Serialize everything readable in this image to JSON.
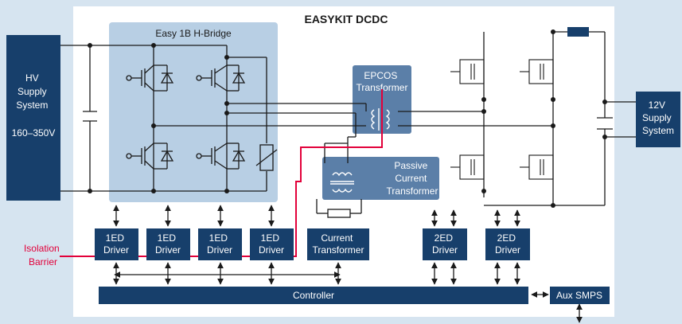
{
  "title": "EASYKIT DCDC",
  "hv": {
    "lines": [
      "HV",
      "Supply",
      "System",
      "",
      "160–350V"
    ]
  },
  "lv": {
    "lines": [
      "12V",
      "Supply",
      "System"
    ]
  },
  "hbridge": {
    "label": "Easy 1B H-Bridge"
  },
  "epcos": {
    "lines": [
      "EPCOS",
      "Transformer"
    ]
  },
  "passive": {
    "lines": [
      "Passive",
      "Current",
      "Transformer"
    ]
  },
  "drivers_1ed": [
    {
      "lines": [
        "1ED",
        "Driver"
      ]
    },
    {
      "lines": [
        "1ED",
        "Driver"
      ]
    },
    {
      "lines": [
        "1ED",
        "Driver"
      ]
    },
    {
      "lines": [
        "1ED",
        "Driver"
      ]
    }
  ],
  "current_transformer": {
    "lines": [
      "Current",
      "Transformer"
    ]
  },
  "drivers_2ed": [
    {
      "lines": [
        "2ED",
        "Driver"
      ]
    },
    {
      "lines": [
        "2ED",
        "Driver"
      ]
    }
  ],
  "controller": {
    "label": "Controller"
  },
  "aux": {
    "label": "Aux SMPS"
  },
  "isolation": {
    "lines": [
      "Isolation",
      "Barrier"
    ]
  },
  "colors": {
    "background": "#d6e4f0",
    "panel": "#ffffff",
    "navy": "#173f6b",
    "mid_blue": "#5b7fa8",
    "light_blue": "#b8cfe4",
    "isolation_red": "#e2003a",
    "wire": "#1a1a1a"
  }
}
